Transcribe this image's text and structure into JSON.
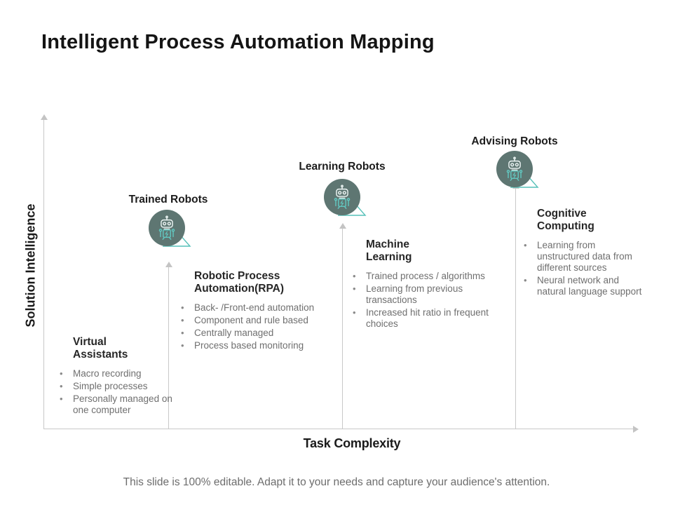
{
  "slide": {
    "title": "Intelligent Process Automation Mapping",
    "footer": "This slide is 100% editable. Adapt it to your needs and capture your audience's attention."
  },
  "axes": {
    "y_label": "Solution Intelligence",
    "x_label": "Task Complexity"
  },
  "stages": [
    {
      "heading": "Virtual Assistants",
      "bullets": [
        "Macro recording",
        "Simple processes",
        "Personally managed on one computer"
      ]
    },
    {
      "robot_label": "Trained Robots",
      "robot_icon": "robot-icon",
      "heading": "Robotic Process Automation(RPA)",
      "bullets": [
        "Back- /Front-end automation",
        "Component and rule based",
        "Centrally managed",
        "Process based monitoring"
      ]
    },
    {
      "robot_label": "Learning Robots",
      "robot_icon": "robot-icon",
      "heading": "Machine Learning",
      "bullets": [
        "Trained  process / algorithms",
        "Learning from previous transactions",
        "Increased  hit ratio in frequent choices"
      ]
    },
    {
      "robot_label": "Advising Robots",
      "robot_icon": "robot-icon",
      "heading": "Cognitive Computing",
      "bullets": [
        "Learning from unstructured data from different sources",
        "Neural network and natural language support"
      ]
    }
  ],
  "colors": {
    "robot_circle_bg": "#5e7672",
    "robot_teal": "#55c0b8",
    "axis_gray": "#c8c8c8",
    "heading_text": "#262626",
    "body_text": "#6f6f6f"
  }
}
